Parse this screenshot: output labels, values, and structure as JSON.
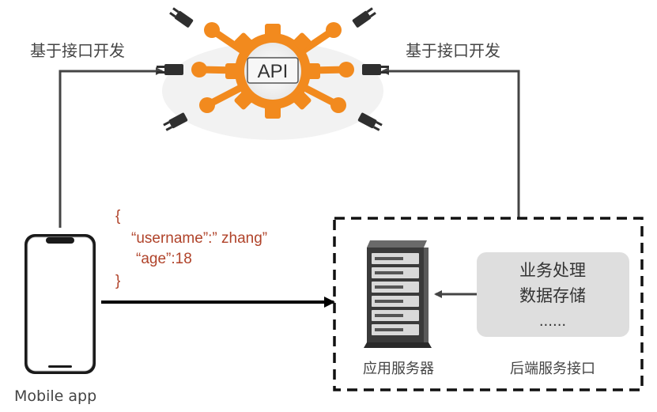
{
  "labels": {
    "dev_left": "基于接口开发",
    "dev_right": "基于接口开发",
    "api": "API",
    "mobile": "Mobile app",
    "app_server": "应用服务器",
    "backend_interface": "后端服务接口"
  },
  "json_payload": {
    "open_brace": "{",
    "line1": "“username”:” zhang”",
    "line2": "“age”:18",
    "close_brace": "}"
  },
  "backend_box": {
    "line1": "业务处理",
    "line2": "数据存储",
    "line3": "......"
  },
  "colors": {
    "gear": "#f28a1e",
    "plug": "#2f2f2f",
    "json_text": "#b0432a",
    "box_fill": "#dedede",
    "arrow": "#444444"
  }
}
